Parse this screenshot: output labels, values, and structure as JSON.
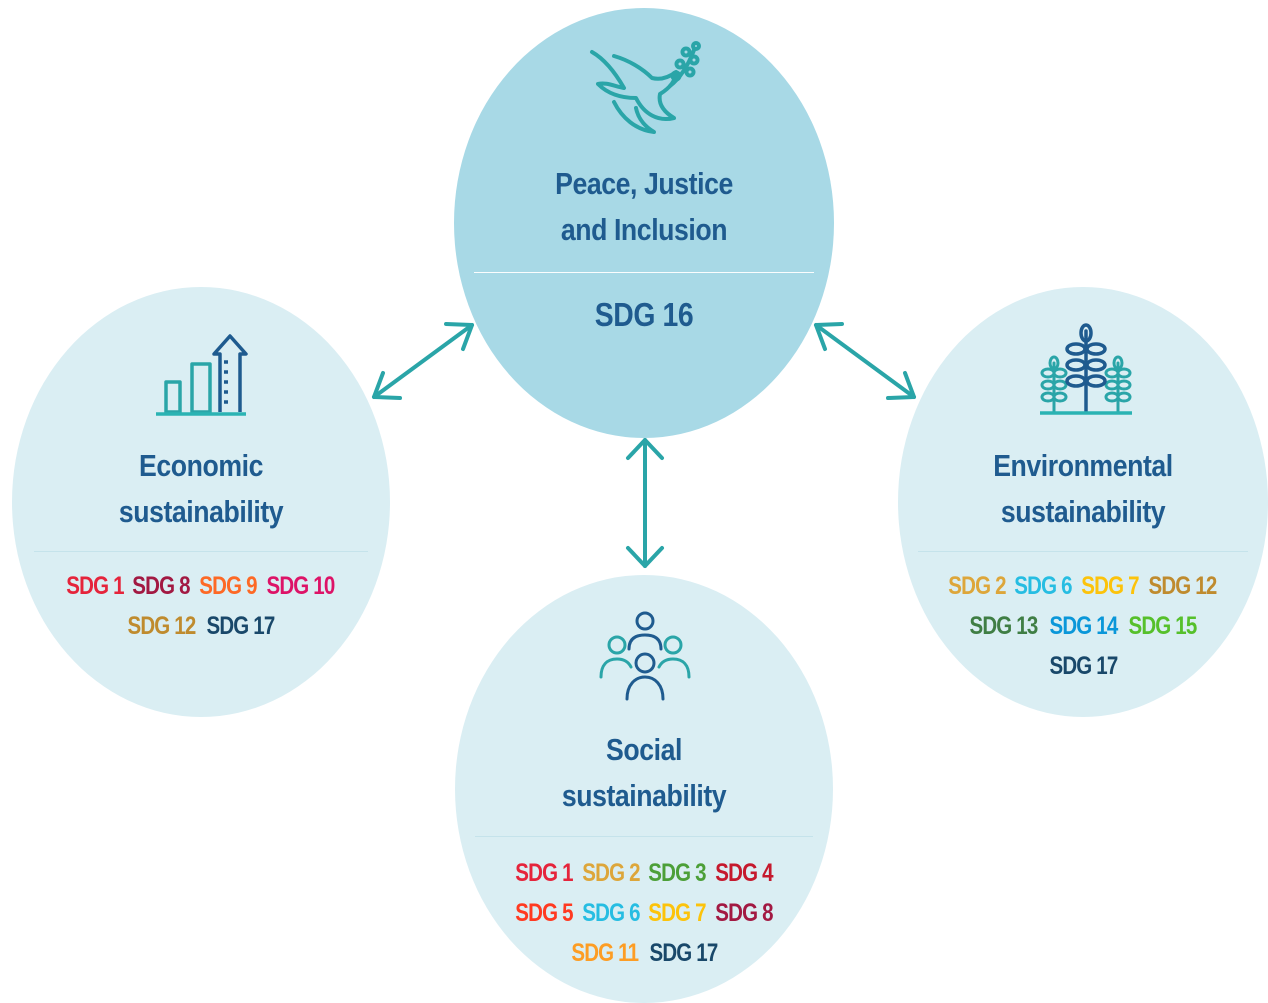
{
  "colors": {
    "circle_fill": "#daeef3",
    "center_fill": "#a8d9e6",
    "title_color": "#1f5b8f",
    "arrow_color": "#2aa5a8"
  },
  "center": {
    "icon": "dove-icon",
    "title_line1": "Peace, Justice",
    "title_line2": "and Inclusion",
    "sdg_label": "SDG 16"
  },
  "economic": {
    "icon": "bar-growth-icon",
    "title_line1": "Economic",
    "title_line2": "sustainability",
    "sdg_lines": [
      [
        {
          "text": "SDG 1",
          "color": "#e5243b"
        },
        {
          "text": "SDG 8",
          "color": "#a21942"
        },
        {
          "text": "SDG 9",
          "color": "#fd6925"
        },
        {
          "text": "SDG 10",
          "color": "#dd1367"
        }
      ],
      [
        {
          "text": "SDG 12",
          "color": "#bf8b2e"
        },
        {
          "text": "SDG 17",
          "color": "#19486a"
        }
      ]
    ]
  },
  "environmental": {
    "icon": "trees-icon",
    "title_line1": "Environmental",
    "title_line2": "sustainability",
    "sdg_lines": [
      [
        {
          "text": "SDG 2",
          "color": "#dda63a"
        },
        {
          "text": "SDG 6",
          "color": "#26bde2"
        },
        {
          "text": "SDG 7",
          "color": "#fcc30b"
        },
        {
          "text": "SDG 12",
          "color": "#bf8b2e"
        }
      ],
      [
        {
          "text": "SDG 13",
          "color": "#3f7e44"
        },
        {
          "text": "SDG 14",
          "color": "#0a97d9"
        },
        {
          "text": "SDG 15",
          "color": "#56c02b"
        }
      ],
      [
        {
          "text": "SDG 17",
          "color": "#19486a"
        }
      ]
    ]
  },
  "social": {
    "icon": "people-icon",
    "title_line1": "Social",
    "title_line2": "sustainability",
    "sdg_lines": [
      [
        {
          "text": "SDG 1",
          "color": "#e5243b"
        },
        {
          "text": "SDG 2",
          "color": "#dda63a"
        },
        {
          "text": "SDG 3",
          "color": "#4c9f38"
        },
        {
          "text": "SDG 4",
          "color": "#c5192d"
        }
      ],
      [
        {
          "text": "SDG 5",
          "color": "#ff3a21"
        },
        {
          "text": "SDG 6",
          "color": "#26bde2"
        },
        {
          "text": "SDG 7",
          "color": "#fcc30b"
        },
        {
          "text": "SDG 8",
          "color": "#a21942"
        }
      ],
      [
        {
          "text": "SDG 11",
          "color": "#fd9d24"
        },
        {
          "text": "SDG 17",
          "color": "#19486a"
        }
      ]
    ]
  }
}
